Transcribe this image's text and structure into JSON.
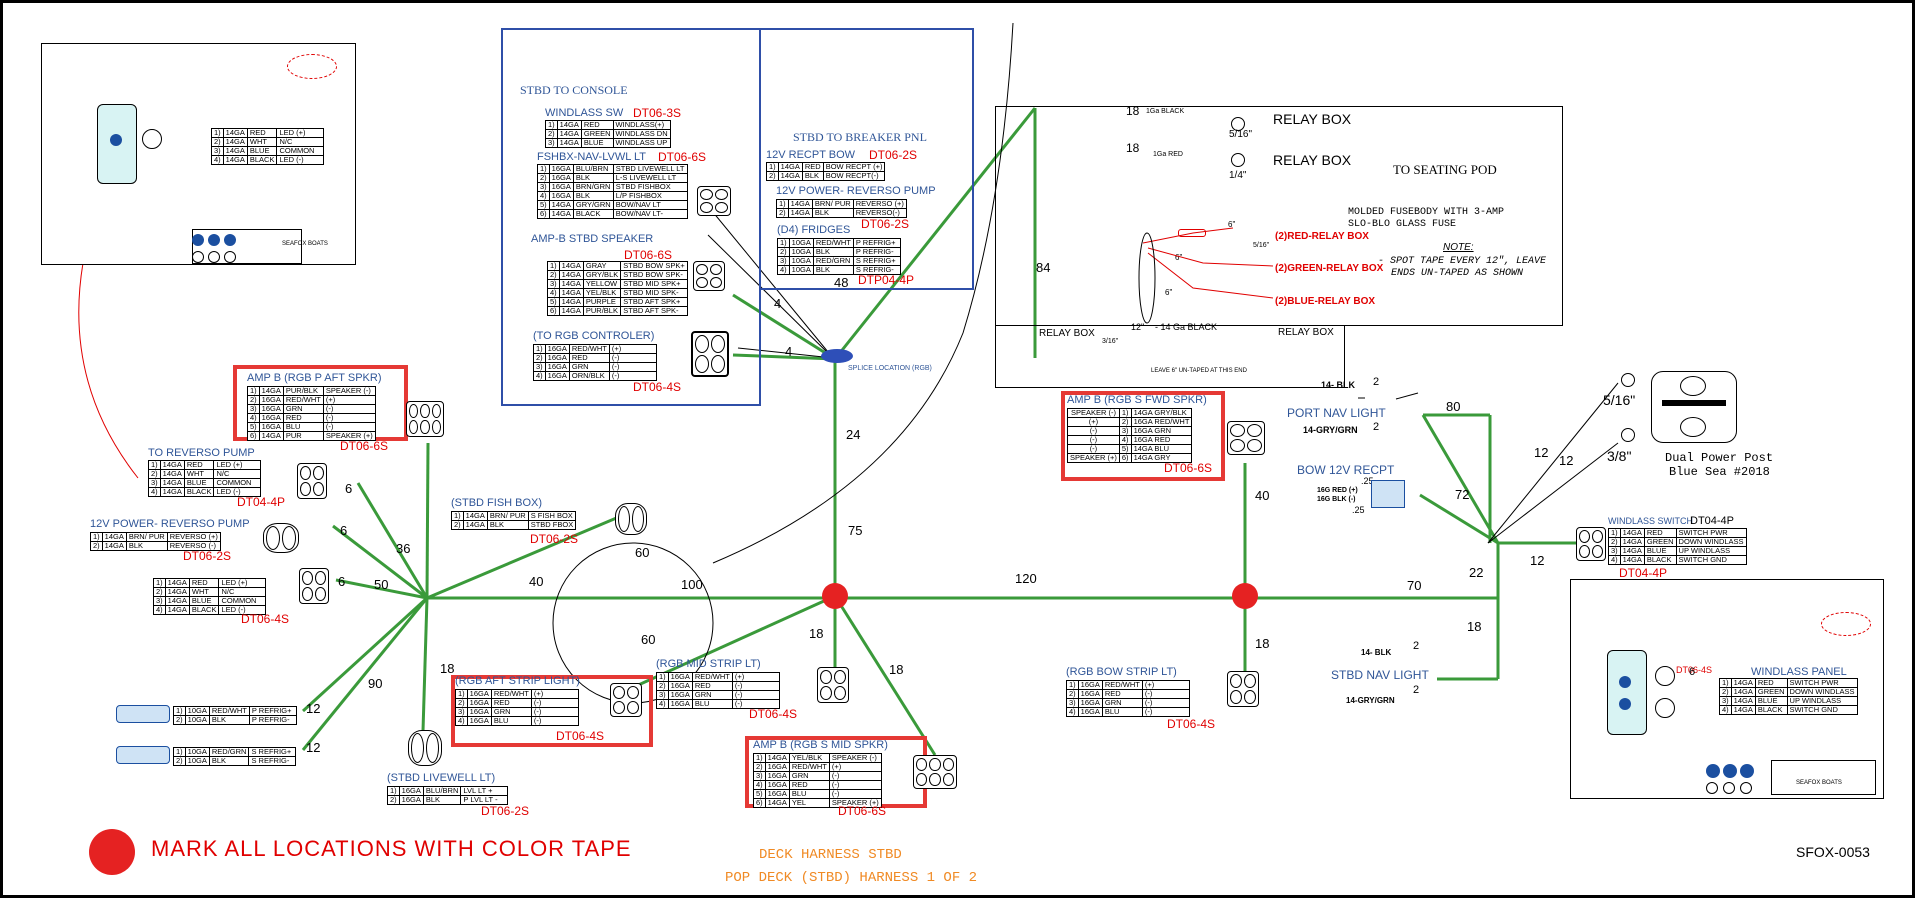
{
  "colors": {
    "tape_red": "#e52222",
    "harness_green": "#3a9a3a",
    "title_blue": "#2f5597",
    "box_red": "#e53935",
    "label_red": "#e00000",
    "footer_orange": "#f08a24"
  },
  "console": {
    "heading": "STBD TO CONSOLE",
    "windlass_sw": {
      "title": "WINDLASS SW",
      "code": "DT06-3S",
      "rows": [
        [
          "1)",
          "14GA",
          "RED",
          "WINDLASS(+)"
        ],
        [
          "2)",
          "14GA",
          "GREEN",
          "WINDLASS DN"
        ],
        [
          "3)",
          "14GA",
          "BLUE",
          "WINDLASS UP"
        ]
      ]
    },
    "fshbx": {
      "title": "FSHBX-NAV-LVWL LT",
      "code": "DT06-6S",
      "rows": [
        [
          "1)",
          "16GA",
          "BLU/BRN",
          "STBD LIVEWELL LT"
        ],
        [
          "2)",
          "16GA",
          "BLK",
          "L-S LIVEWELL LT"
        ],
        [
          "3)",
          "16GA",
          "BRN/GRN",
          "STBD FISHBOX"
        ],
        [
          "4)",
          "16GA",
          "BLK",
          "L/P FISHBOX"
        ],
        [
          "5)",
          "14GA",
          "GRY/GRN",
          "BOW/NAV LT"
        ],
        [
          "6)",
          "14GA",
          "BLACK",
          "BOW/NAV LT-"
        ]
      ]
    },
    "ampb_stbd": {
      "title": "AMP-B STBD SPEAKER",
      "code": "DT06-6S",
      "rows": [
        [
          "1)",
          "14GA",
          "GRAY",
          "STBD BOW SPK+"
        ],
        [
          "2)",
          "14GA",
          "GRY/BLK",
          "STBD BOW SPK-"
        ],
        [
          "3)",
          "14GA",
          "YELLOW",
          "STBD MID SPK+"
        ],
        [
          "4)",
          "14GA",
          "YEL/BLK",
          "STBD MID SPK-"
        ],
        [
          "5)",
          "14GA",
          "PURPLE",
          "STBD AFT SPK+"
        ],
        [
          "6)",
          "14GA",
          "PUR/BLK",
          "STBD AFT SPK-"
        ]
      ]
    },
    "rgb_ctrl": {
      "title": "(TO RGB CONTROLER)",
      "code": "DT06-4S",
      "rows": [
        [
          "1)",
          "16GA",
          "RED/WHT",
          "(+)"
        ],
        [
          "2)",
          "16GA",
          "RED",
          "(-)"
        ],
        [
          "3)",
          "16GA",
          "GRN",
          "(-)"
        ],
        [
          "4)",
          "16GA",
          "ORN/BLK",
          "(-)"
        ]
      ]
    }
  },
  "breaker": {
    "heading": "STBD TO BREAKER PNL",
    "recpt": {
      "title": "12V RECPT BOW",
      "code": "DT06-2S",
      "rows": [
        [
          "1)",
          "14GA",
          "RED",
          "BOW RECPT (+)"
        ],
        [
          "2)",
          "14GA",
          "BLK",
          "BOW RECPT(-)"
        ]
      ]
    },
    "reverso": {
      "title": "12V POWER- REVERSO PUMP",
      "rows": [
        [
          "1)",
          "14GA",
          "BRN/ PUR",
          "REVERSO (+)"
        ],
        [
          "2)",
          "14GA",
          "BLK",
          "REVERSO(-)"
        ]
      ]
    },
    "fridges": {
      "title": "(D4) FRIDGES",
      "code": "DT06-2S",
      "code2": "DTP04-4P",
      "rows": [
        [
          "1)",
          "10GA",
          "RED/WHT",
          "P REFRIG+"
        ],
        [
          "2)",
          "10GA",
          "BLK",
          "P REFRIG-"
        ],
        [
          "3)",
          "10GA",
          "RED/GRN",
          "S REFRIG+"
        ],
        [
          "4)",
          "10GA",
          "BLK",
          "S REFRIG-"
        ]
      ]
    }
  },
  "seating": {
    "heading": "TO SEATING POD",
    "relay1": "RELAY BOX",
    "relay2": "RELAY BOX",
    "g18a": "18",
    "ga_black": "1Ga BLACK",
    "size1": "5/16\"",
    "g18b": "18",
    "ga_red": "1Ga RED",
    "size2": "1/4\"",
    "fuse_note1": "MOLDED FUSEBODY WITH 3-AMP",
    "fuse_note2": "SLO-BLO GLASS FUSE",
    "six1": "6\"",
    "size3": "5/16\"",
    "red_relay": "(2)RED-RELAY BOX",
    "green_relay": "(2)GREEN-RELAY BOX",
    "blue_relay": "(2)BLUE-RELAY BOX",
    "six2": "6\"",
    "six3": "6\"",
    "note_title": "NOTE:",
    "note1": "- SPOT TAPE EVERY 12\",  LEAVE",
    "note2": "ENDS UN-TAPED AS SHOWN",
    "relay_left": "RELAY BOX",
    "size4": "3/16\"",
    "twelve": "12\"",
    "ga14black": "- 14 Ga BLACK",
    "relay_right": "RELAY BOX",
    "leave": "LEAVE 6\" UN-TAPED AT THIS END"
  },
  "left_panel": {
    "rows": [
      [
        "1)",
        "14GA",
        "RED",
        "LED (+)"
      ],
      [
        "2)",
        "14GA",
        "WHT",
        "N/C"
      ],
      [
        "3)",
        "14GA",
        "BLUE",
        "COMMON"
      ],
      [
        "4)",
        "14GA",
        "BLACK",
        "LED (-)"
      ]
    ],
    "brand": "SEAFOX BOATS"
  },
  "ampb_p_aft": {
    "title": "AMP B (RGB P AFT SPKR)",
    "code": "DT06-6S",
    "rows": [
      [
        "1)",
        "14GA",
        "PUR/BLK",
        "SPEAKER (-)"
      ],
      [
        "2)",
        "16GA",
        "RED/WHT",
        "(+)"
      ],
      [
        "3)",
        "16GA",
        "GRN",
        "(-)"
      ],
      [
        "4)",
        "16GA",
        "RED",
        "(-)"
      ],
      [
        "5)",
        "16GA",
        "BLU",
        "(-)"
      ],
      [
        "6)",
        "14GA",
        "PUR",
        "SPEAKER (+)"
      ]
    ]
  },
  "to_reverso": {
    "title": "TO REVERSO PUMP",
    "code": "DT04-4P",
    "rows": [
      [
        "1)",
        "14GA",
        "RED",
        "LED (+)"
      ],
      [
        "2)",
        "14GA",
        "WHT",
        "N/C"
      ],
      [
        "3)",
        "14GA",
        "BLUE",
        "COMMON"
      ],
      [
        "4)",
        "14GA",
        "BLACK",
        "LED (-)"
      ]
    ]
  },
  "reverso_12v": {
    "title": "12V POWER- REVERSO PUMP",
    "code": "DT06-2S",
    "rows": [
      [
        "1)",
        "14GA",
        "BRN/ PUR",
        "REVERSO (+)"
      ],
      [
        "2)",
        "14GA",
        "BLK",
        "REVERSO (-)"
      ]
    ]
  },
  "led_group": {
    "code": "DT06-4S",
    "rows": [
      [
        "1)",
        "14GA",
        "RED",
        "LED (+)"
      ],
      [
        "2)",
        "14GA",
        "WHT",
        "N/C"
      ],
      [
        "3)",
        "14GA",
        "BLUE",
        "COMMON"
      ],
      [
        "4)",
        "14GA",
        "BLACK",
        "LED (-)"
      ]
    ]
  },
  "fridge_p": {
    "rows": [
      [
        "1)",
        "10GA",
        "RED/WHT",
        "P REFRIG+"
      ],
      [
        "2)",
        "10GA",
        "BLK",
        "P REFRIG-"
      ]
    ]
  },
  "fridge_s": {
    "rows": [
      [
        "1)",
        "10GA",
        "RED/GRN",
        "S REFRIG+"
      ],
      [
        "2)",
        "10GA",
        "BLK",
        "S REFRIG-"
      ]
    ]
  },
  "fishbox": {
    "title": "(STBD FISH BOX)",
    "code": "DT06-2S",
    "rows": [
      [
        "1)",
        "14GA",
        "BRN/ PUR",
        "S FISH BOX"
      ],
      [
        "2)",
        "14GA",
        "BLK",
        "STBD FBOX"
      ]
    ]
  },
  "splice": "SPLICE LOCATION (RGB)",
  "aft_strip": {
    "title": "(RGB AFT STRIP LIGHT)",
    "code": "DT06-4S",
    "rows": [
      [
        "1)",
        "16GA",
        "RED/WHT",
        "(+)"
      ],
      [
        "2)",
        "16GA",
        "RED",
        "(-)"
      ],
      [
        "3)",
        "16GA",
        "GRN",
        "(-)"
      ],
      [
        "4)",
        "16GA",
        "BLU",
        "(-)"
      ]
    ]
  },
  "mid_strip": {
    "title": "(RGB MID STRIP LT)",
    "code": "DT06-4S",
    "rows": [
      [
        "1)",
        "16GA",
        "RED/WHT",
        "(+)"
      ],
      [
        "2)",
        "16GA",
        "RED",
        "(-)"
      ],
      [
        "3)",
        "16GA",
        "GRN",
        "(-)"
      ],
      [
        "4)",
        "16GA",
        "BLU",
        "(-)"
      ]
    ]
  },
  "livewell": {
    "title": "(STBD LIVEWELL LT)",
    "code": "DT06-2S",
    "rows": [
      [
        "1)",
        "16GA",
        "BLU/BRN",
        "LVL LT +"
      ],
      [
        "2)",
        "16GA",
        "BLK",
        "P LVL LT -"
      ]
    ]
  },
  "s_mid_spkr": {
    "title": "AMP B (RGB S MID SPKR)",
    "code": "DT06-6S",
    "rows": [
      [
        "1)",
        "14GA",
        "YEL/BLK",
        "SPEAKER (-)"
      ],
      [
        "2)",
        "16GA",
        "RED/WHT",
        "(+)"
      ],
      [
        "3)",
        "16GA",
        "GRN",
        "(-)"
      ],
      [
        "4)",
        "16GA",
        "RED",
        "(-)"
      ],
      [
        "5)",
        "16GA",
        "BLU",
        "(-)"
      ],
      [
        "6)",
        "14GA",
        "YEL",
        "SPEAKER (+)"
      ]
    ]
  },
  "s_fwd_spkr": {
    "title": "AMP B (RGB S FWD SPKR)",
    "code": "DT06-6S",
    "rows": [
      [
        "SPEAKER (-)",
        "1)",
        "14GA GRY/BLK"
      ],
      [
        "(+)",
        "2)",
        "16GA RED/WHT"
      ],
      [
        "(-)",
        "3)",
        "16GA GRN"
      ],
      [
        "(-)",
        "4)",
        "16GA RED"
      ],
      [
        "(-)",
        "5)",
        "14GA BLU"
      ],
      [
        "SPEAKER (+)",
        "6)",
        "14GA GRY"
      ]
    ]
  },
  "bow_strip": {
    "title": "(RGB BOW STRIP LT)",
    "code": "DT06-4S",
    "rows": [
      [
        "1)",
        "16GA",
        "RED/WHT",
        "(+)"
      ],
      [
        "2)",
        "16GA",
        "RED",
        "(-)"
      ],
      [
        "3)",
        "16GA",
        "GRN",
        "(-)"
      ],
      [
        "4)",
        "16GA",
        "BLU",
        "(-)"
      ]
    ]
  },
  "port_nav": {
    "title": "PORT NAV LIGHT",
    "blk": "14- BLK",
    "n2a": "2",
    "gry": "14-GRY/GRN",
    "n2b": "2"
  },
  "bow_recpt": {
    "title": "BOW 12V RECPT",
    "s1": ".25",
    "red": "16G RED (+)",
    "blk": "16G BLK (-)",
    "s2": ".25"
  },
  "stbd_nav": {
    "title": "STBD NAV LIGHT",
    "blk": "14- BLK",
    "n2a": "2",
    "gry": "14-GRY/GRN",
    "n2b": "2"
  },
  "power_post": {
    "s1": "5/16\"",
    "s2": "3/8\"",
    "title1": "Dual Power Post",
    "title2": "Blue Sea #2018"
  },
  "windlass_switch": {
    "title": "WINDLASS SWITCH",
    "code_top": "DT04-4P",
    "code": "DT04-4P",
    "rows": [
      [
        "1)",
        "14GA",
        "RED",
        "SWITCH PWR"
      ],
      [
        "2)",
        "14GA",
        "GREEN",
        "DOWN WINDLASS"
      ],
      [
        "3)",
        "14GA",
        "BLUE",
        "UP WINDLASS"
      ],
      [
        "4)",
        "14GA",
        "BLACK",
        "SWITCH GND"
      ]
    ]
  },
  "windlass_panel": {
    "title": "WINDLASS PANEL",
    "code": "DT06-4S",
    "six": "6",
    "rows": [
      [
        "1)",
        "14GA",
        "RED",
        "SWITCH PWR"
      ],
      [
        "2)",
        "14GA",
        "GREEN",
        "DOWN WINDLASS"
      ],
      [
        "3)",
        "14GA",
        "BLUE",
        "UP WINDLASS"
      ],
      [
        "4)",
        "14GA",
        "BLACK",
        "SWITCH GND"
      ]
    ],
    "brand": "SEAFOX BOATS"
  },
  "wire_lengths": {
    "n6a": "6",
    "n6b": "6",
    "n6c": "6",
    "n36": "36",
    "n50": "50",
    "n40": "40",
    "n60a": "60",
    "n100": "100",
    "n60b": "60",
    "n75": "75",
    "n24": "24",
    "n84": "84",
    "n4a": "4",
    "n4b": "4",
    "n48": "48",
    "n120": "120",
    "n70": "70",
    "n22": "22",
    "n18a": "18",
    "n18b": "18",
    "n18c": "18",
    "n18d": "18",
    "n18e": "18",
    "n90": "90",
    "n12a": "12",
    "n12b": "12",
    "n12c": "12",
    "n12d": "12",
    "n12e": "12",
    "n80": "80",
    "n72": "72",
    "n40b": "40",
    "n6d": "6"
  },
  "footer": {
    "legend": "MARK ALL LOCATIONS WITH COLOR TAPE",
    "title1": "DECK HARNESS STBD",
    "title2": "POP DECK (STBD) HARNESS 1 OF 2",
    "drawing_no": "SFOX-0053"
  }
}
